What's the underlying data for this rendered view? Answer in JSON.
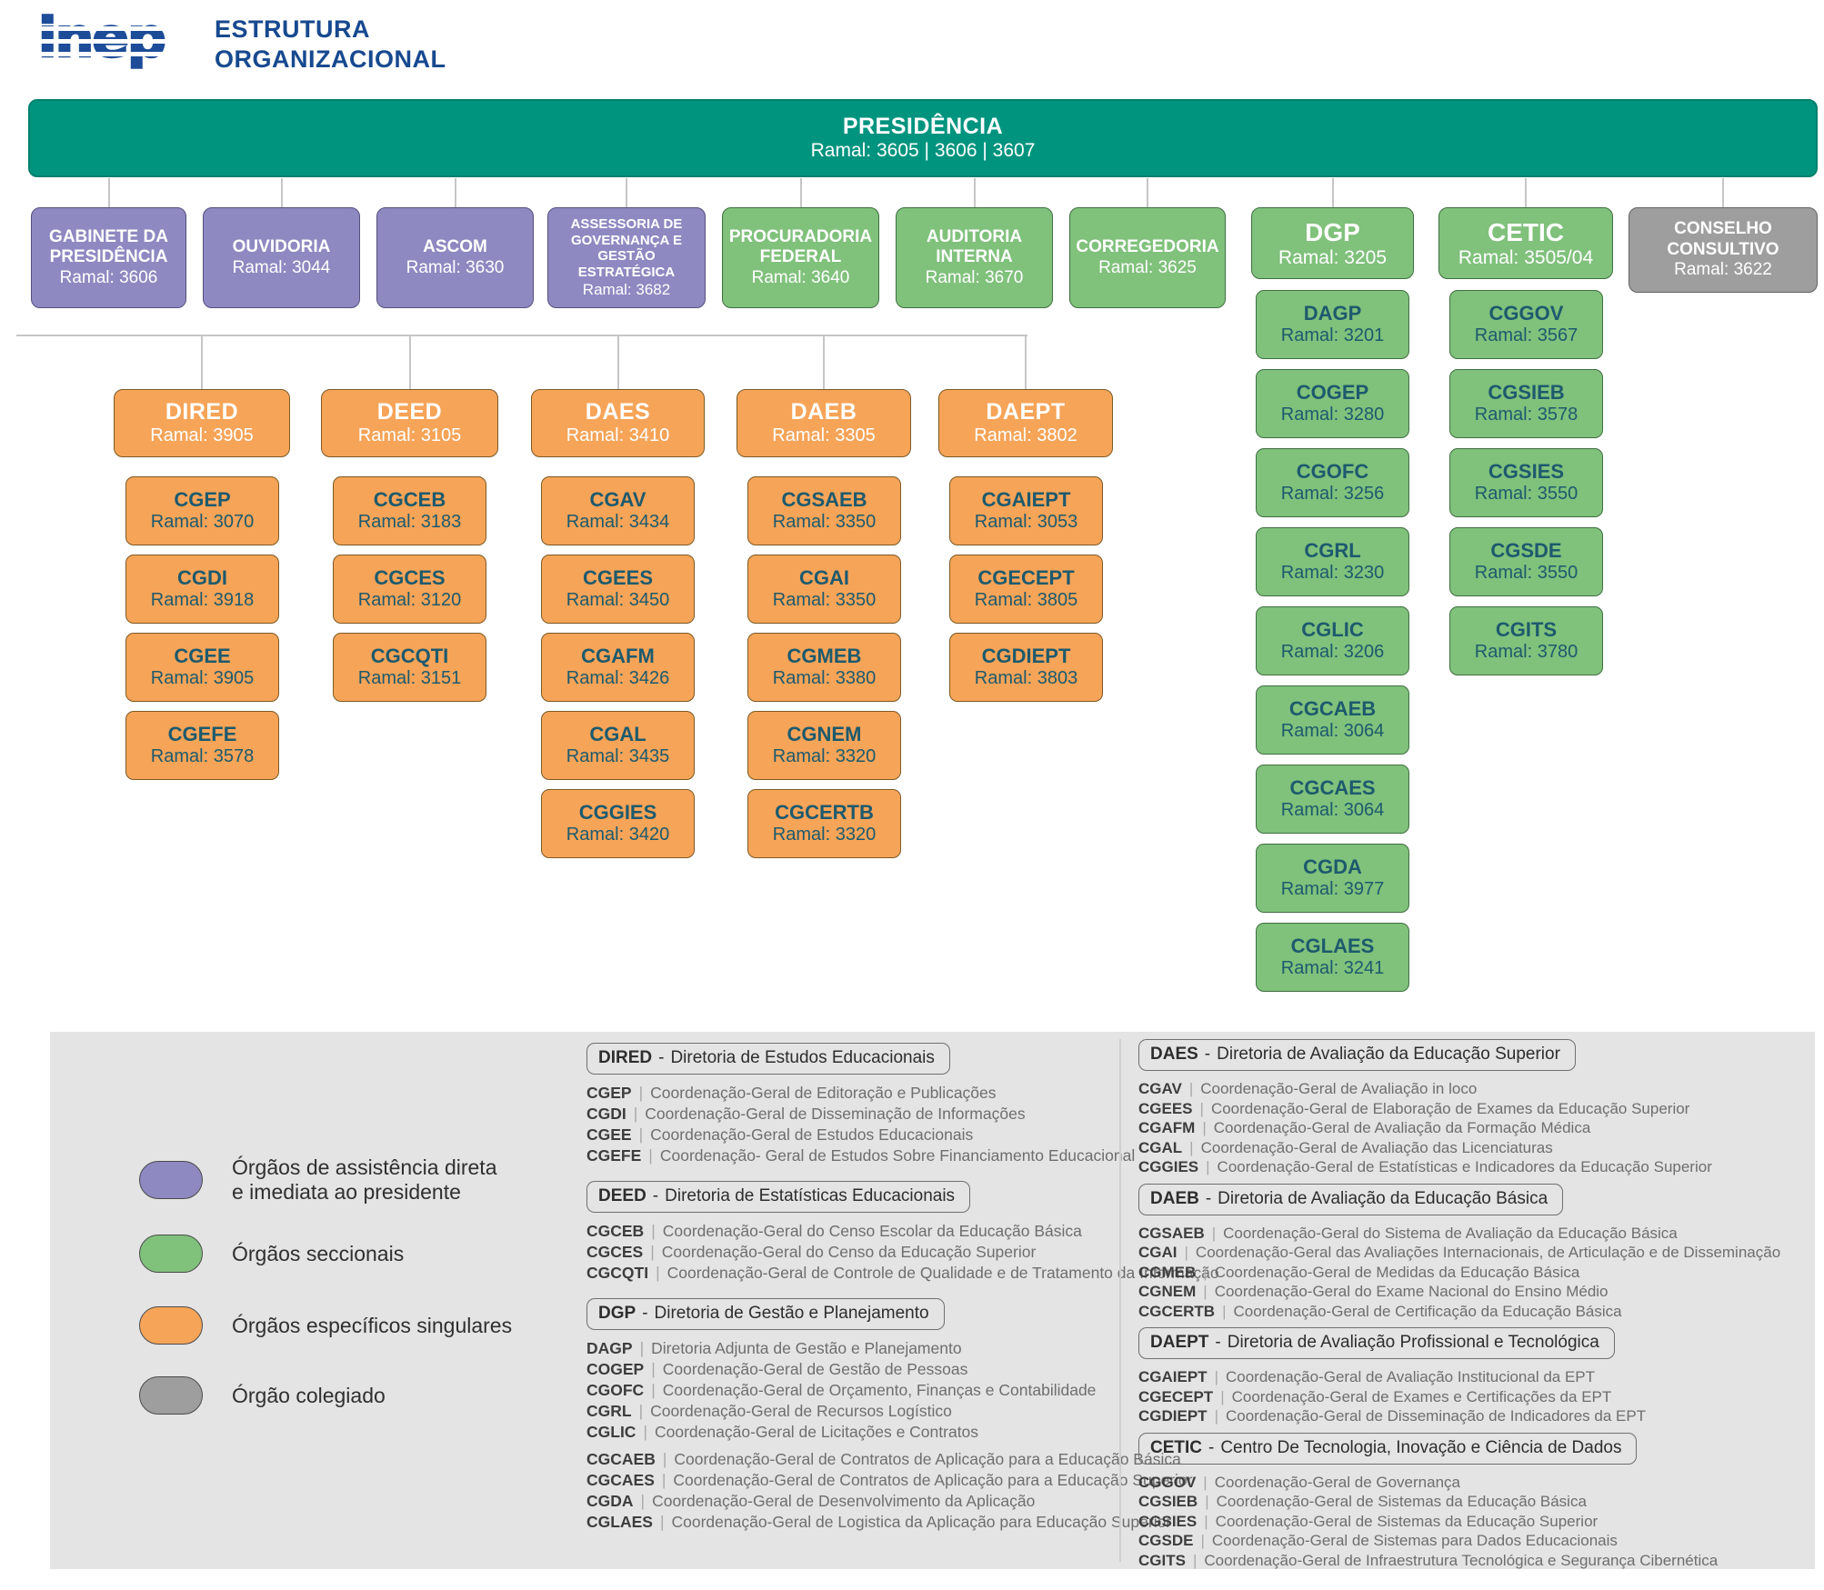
{
  "header": {
    "logo_text": "inep",
    "title_line1": "ESTRUTURA",
    "title_line2": "ORGANIZACIONAL"
  },
  "presidencia": {
    "name": "PRESIDÊNCIA",
    "ramal": "Ramal: 3605 | 3606 | 3607"
  },
  "level2": [
    {
      "name": "GABINETE DA PRESIDÊNCIA",
      "ramal": "Ramal: 3606",
      "type": "purple"
    },
    {
      "name": "OUVIDORIA",
      "ramal": "Ramal: 3044",
      "type": "purple"
    },
    {
      "name": "ASCOM",
      "ramal": "Ramal: 3630",
      "type": "purple"
    },
    {
      "name": "ASSESSORIA DE GOVERNANÇA E GESTÃO ESTRATÉGICA",
      "ramal": "Ramal: 3682",
      "type": "purple"
    },
    {
      "name": "PROCURADORIA FEDERAL",
      "ramal": "Ramal: 3640",
      "type": "green"
    },
    {
      "name": "AUDITORIA INTERNA",
      "ramal": "Ramal: 3670",
      "type": "green"
    },
    {
      "name": "CORREGEDORIA",
      "ramal": "Ramal: 3625",
      "type": "green"
    },
    {
      "name": "DGP",
      "ramal": "Ramal: 3205",
      "type": "green"
    },
    {
      "name": "CETIC",
      "ramal": "Ramal: 3505/04",
      "type": "green"
    },
    {
      "name": "CONSELHO CONSULTIVO",
      "ramal": "Ramal: 3622",
      "type": "gray"
    }
  ],
  "green_columns": {
    "dgp": [
      {
        "name": "DAGP",
        "ramal": "Ramal: 3201"
      },
      {
        "name": "COGEP",
        "ramal": "Ramal: 3280"
      },
      {
        "name": "CGOFC",
        "ramal": "Ramal: 3256"
      },
      {
        "name": "CGRL",
        "ramal": "Ramal: 3230"
      },
      {
        "name": "CGLIC",
        "ramal": "Ramal: 3206"
      },
      {
        "name": "CGCAEB",
        "ramal": "Ramal: 3064"
      },
      {
        "name": "CGCAES",
        "ramal": "Ramal: 3064"
      },
      {
        "name": "CGDA",
        "ramal": "Ramal: 3977"
      },
      {
        "name": "CGLAES",
        "ramal": "Ramal: 3241"
      }
    ],
    "cetic": [
      {
        "name": "CGGOV",
        "ramal": "Ramal: 3567"
      },
      {
        "name": "CGSIEB",
        "ramal": "Ramal: 3578"
      },
      {
        "name": "CGSIES",
        "ramal": "Ramal: 3550"
      },
      {
        "name": "CGSDE",
        "ramal": "Ramal: 3550"
      },
      {
        "name": "CGITS",
        "ramal": "Ramal: 3780"
      }
    ]
  },
  "directorates": [
    {
      "name": "DIRED",
      "ramal": "Ramal: 3905",
      "children": [
        {
          "name": "CGEP",
          "ramal": "Ramal: 3070"
        },
        {
          "name": "CGDI",
          "ramal": "Ramal: 3918"
        },
        {
          "name": "CGEE",
          "ramal": "Ramal: 3905"
        },
        {
          "name": "CGEFE",
          "ramal": "Ramal: 3578"
        }
      ]
    },
    {
      "name": "DEED",
      "ramal": "Ramal: 3105",
      "children": [
        {
          "name": "CGCEB",
          "ramal": "Ramal: 3183"
        },
        {
          "name": "CGCES",
          "ramal": "Ramal: 3120"
        },
        {
          "name": "CGCQTI",
          "ramal": "Ramal: 3151"
        }
      ]
    },
    {
      "name": "DAES",
      "ramal": "Ramal: 3410",
      "children": [
        {
          "name": "CGAV",
          "ramal": "Ramal: 3434"
        },
        {
          "name": "CGEES",
          "ramal": "Ramal: 3450"
        },
        {
          "name": "CGAFM",
          "ramal": "Ramal: 3426"
        },
        {
          "name": "CGAL",
          "ramal": "Ramal: 3435"
        },
        {
          "name": "CGGIES",
          "ramal": "Ramal: 3420"
        }
      ]
    },
    {
      "name": "DAEB",
      "ramal": "Ramal: 3305",
      "children": [
        {
          "name": "CGSAEB",
          "ramal": "Ramal: 3350"
        },
        {
          "name": "CGAI",
          "ramal": "Ramal: 3350"
        },
        {
          "name": "CGMEB",
          "ramal": "Ramal: 3380"
        },
        {
          "name": "CGNEM",
          "ramal": "Ramal: 3320"
        },
        {
          "name": "CGCERTB",
          "ramal": "Ramal: 3320"
        }
      ]
    },
    {
      "name": "DAEPT",
      "ramal": "Ramal: 3802",
      "children": [
        {
          "name": "CGAIEPT",
          "ramal": "Ramal: 3053"
        },
        {
          "name": "CGECEPT",
          "ramal": "Ramal: 3805"
        },
        {
          "name": "CGDIEPT",
          "ramal": "Ramal: 3803"
        }
      ]
    }
  ],
  "legend": [
    {
      "key": "purple",
      "color": "#8e89c1",
      "label_line1": "Órgãos de assistência direta",
      "label_line2": "e imediata ao presidente"
    },
    {
      "key": "green",
      "color": "#80c17c",
      "label_line1": "Órgãos seccionais"
    },
    {
      "key": "orange",
      "color": "#f6a458",
      "label_line1": "Órgãos específicos singulares"
    },
    {
      "key": "gray",
      "color": "#9e9e9e",
      "label_line1": "Órgão colegiado"
    }
  ],
  "symbols": {
    "header_dash": "-",
    "item_sep": "|"
  },
  "glossary_left": [
    {
      "abbr": "DIRED",
      "title": "Diretoria de Estudos Educacionais",
      "items": [
        {
          "abbr": "CGEP",
          "desc": "Coordenação-Geral de Editoração e Publicações"
        },
        {
          "abbr": "CGDI",
          "desc": "Coordenação-Geral de Disseminação de Informações"
        },
        {
          "abbr": "CGEE",
          "desc": "Coordenação-Geral de Estudos Educacionais"
        },
        {
          "abbr": "CGEFE",
          "desc": "Coordenação- Geral de Estudos Sobre Financiamento Educacional"
        }
      ]
    },
    {
      "abbr": "DEED",
      "title": "Diretoria de Estatísticas Educacionais",
      "items": [
        {
          "abbr": "CGCEB",
          "desc": "Coordenação-Geral do Censo Escolar da Educação Básica"
        },
        {
          "abbr": "CGCES",
          "desc": "Coordenação-Geral do Censo da Educação Superior"
        },
        {
          "abbr": "CGCQTI",
          "desc": "Coordenação-Geral de Controle de Qualidade e de Tratamento da Informação"
        }
      ]
    },
    {
      "abbr": "DGP",
      "title": "Diretoria de Gestão e Planejamento",
      "items": [
        {
          "abbr": "DAGP",
          "desc": "Diretoria Adjunta de Gestão e Planejamento"
        },
        {
          "abbr": "COGEP",
          "desc": "Coordenação-Geral de Gestão de Pessoas"
        },
        {
          "abbr": "CGOFC",
          "desc": "Coordenação-Geral de Orçamento, Finanças e Contabilidade"
        },
        {
          "abbr": "CGRL",
          "desc": "Coordenação-Geral de Recursos Logístico"
        },
        {
          "abbr": "CGLIC",
          "desc": "Coordenação-Geral de Licitações e Contratos"
        },
        {
          "abbr": "CGCAEB",
          "desc": "Coordenação-Geral de Contratos de Aplicação para a Educação Básica",
          "gap": true
        },
        {
          "abbr": "CGCAES",
          "desc": "Coordenação-Geral de Contratos de Aplicação para a Educação Superior"
        },
        {
          "abbr": "CGDA",
          "desc": "Coordenação-Geral de Desenvolvimento da Aplicação"
        },
        {
          "abbr": "CGLAES",
          "desc": "Coordenação-Geral de Logistica da Aplicação para Educação Superior"
        }
      ]
    }
  ],
  "glossary_right": [
    {
      "abbr": "DAES",
      "title": "Diretoria de Avaliação da Educação Superior",
      "items": [
        {
          "abbr": "CGAV",
          "desc": "Coordenação-Geral de Avaliação in loco"
        },
        {
          "abbr": "CGEES",
          "desc": "Coordenação-Geral de Elaboração de Exames da Educação Superior"
        },
        {
          "abbr": "CGAFM",
          "desc": "Coordenação-Geral de Avaliação da Formação Médica"
        },
        {
          "abbr": "CGAL",
          "desc": "Coordenação-Geral de Avaliação das Licenciaturas"
        },
        {
          "abbr": "CGGIES",
          "desc": "Coordenação-Geral de Estatísticas e Indicadores da Educação Superior"
        }
      ]
    },
    {
      "abbr": "DAEB",
      "title": "Diretoria de Avaliação da Educação Básica",
      "items": [
        {
          "abbr": "CGSAEB",
          "desc": "Coordenação-Geral do Sistema de Avaliação da Educação Básica"
        },
        {
          "abbr": "CGAI",
          "desc": "Coordenação-Geral das Avaliações Internacionais, de Articulação e de Disseminação"
        },
        {
          "abbr": "CGMEB",
          "desc": "Coordenação-Geral de Medidas da Educação Básica"
        },
        {
          "abbr": "CGNEM",
          "desc": "Coordenação-Geral do Exame Nacional do Ensino Médio"
        },
        {
          "abbr": "CGCERTB",
          "desc": "Coordenação-Geral de Certificação da Educação Básica"
        }
      ]
    },
    {
      "abbr": "DAEPT",
      "title": "Diretoria de Avaliação Profissional e Tecnológica",
      "items": [
        {
          "abbr": "CGAIEPT",
          "desc": "Coordenação-Geral de Avaliação Institucional da EPT"
        },
        {
          "abbr": "CGECEPT",
          "desc": "Coordenação-Geral de Exames e Certificações da EPT"
        },
        {
          "abbr": "CGDIEPT",
          "desc": "Coordenação-Geral de Disseminação de Indicadores da EPT"
        }
      ]
    },
    {
      "abbr": "CETIC",
      "title": "Centro De Tecnologia, Inovação e Ciência de Dados",
      "items": [
        {
          "abbr": "CGGOV",
          "desc": "Coordenação-Geral de Governança"
        },
        {
          "abbr": "CGSIEB",
          "desc": "Coordenação-Geral de Sistemas da Educação Básica"
        },
        {
          "abbr": "CGSIES",
          "desc": "Coordenação-Geral de Sistemas da Educação Superior"
        },
        {
          "abbr": "CGSDE",
          "desc": "Coordenação-Geral de Sistemas para Dados Educacionais"
        },
        {
          "abbr": "CGITS",
          "desc": "Coordenação-Geral de Infraestrutura Tecnológica e Segurança Cibernética"
        }
      ]
    }
  ]
}
